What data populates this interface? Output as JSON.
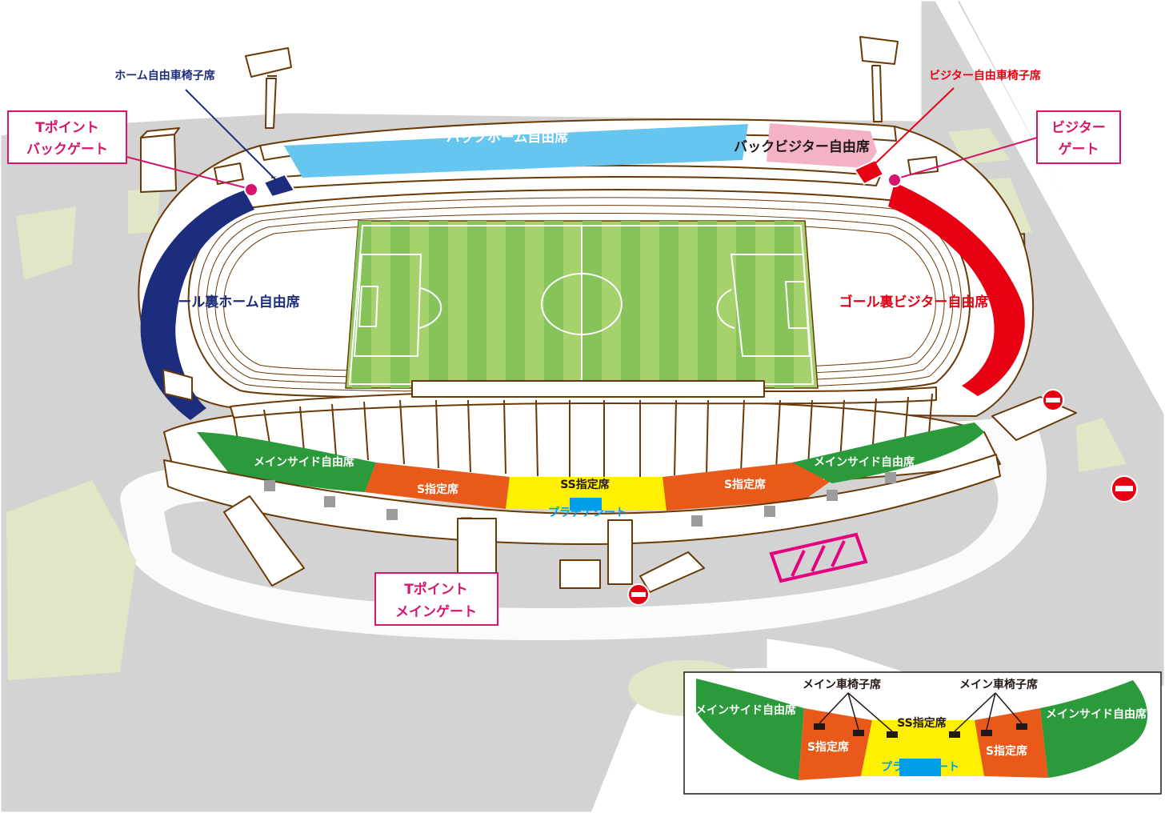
{
  "colors": {
    "home_navy": "#1d2d7e",
    "visitor_red": "#e60012",
    "gate_magenta": "#d6156c",
    "back_home_blue": "#67c6f0",
    "back_visitor_pink": "#f3b3c4",
    "free_green": "#2a9a3a",
    "s_orange": "#e9591a",
    "ss_yellow": "#fff000",
    "platinum_blue": "#00a0e9",
    "outline_brown": "#6a3906",
    "ground_gray": "#d3d3d3",
    "grass_beige": "#dfe7c6",
    "pitch_green_light": "#a6d26e",
    "pitch_green_dark": "#86c35a"
  },
  "icons": {
    "no_entry": "no-entry-icon",
    "entrance_stripes": "entrance-hatching-icon"
  },
  "sections": {
    "back_home_free": "バックホーム自由席",
    "back_visitor_free": "バックビジター自由席",
    "goal_home_free": "ゴール裏ホーム自由席",
    "goal_visitor_free": "ゴール裏ビジター自由席",
    "main_side_free_left": "メインサイド自由席",
    "main_side_free_right": "メインサイド自由席",
    "s_reserved_left": "S指定席",
    "s_reserved_right": "S指定席",
    "ss_reserved": "SS指定席",
    "platinum": "プラチナシート"
  },
  "callouts": {
    "home_wheelchair": "ホーム自由車椅子席",
    "visitor_wheelchair": "ビジター自由車椅子席"
  },
  "gates": {
    "back_gate": [
      "Tポイント",
      "バックゲート"
    ],
    "visitor_gate": [
      "ビジター",
      "ゲート"
    ],
    "main_gate": [
      "Tポイント",
      "メインゲート"
    ]
  },
  "inset": {
    "main_wheelchair_left": "メイン車椅子席",
    "main_wheelchair_right": "メイン車椅子席",
    "main_side_free_left": "メインサイド自由席",
    "main_side_free_right": "メインサイド自由席",
    "s_reserved_left": "S指定席",
    "s_reserved_right": "S指定席",
    "ss_reserved": "SS指定席",
    "platinum": "プラチナシート"
  }
}
